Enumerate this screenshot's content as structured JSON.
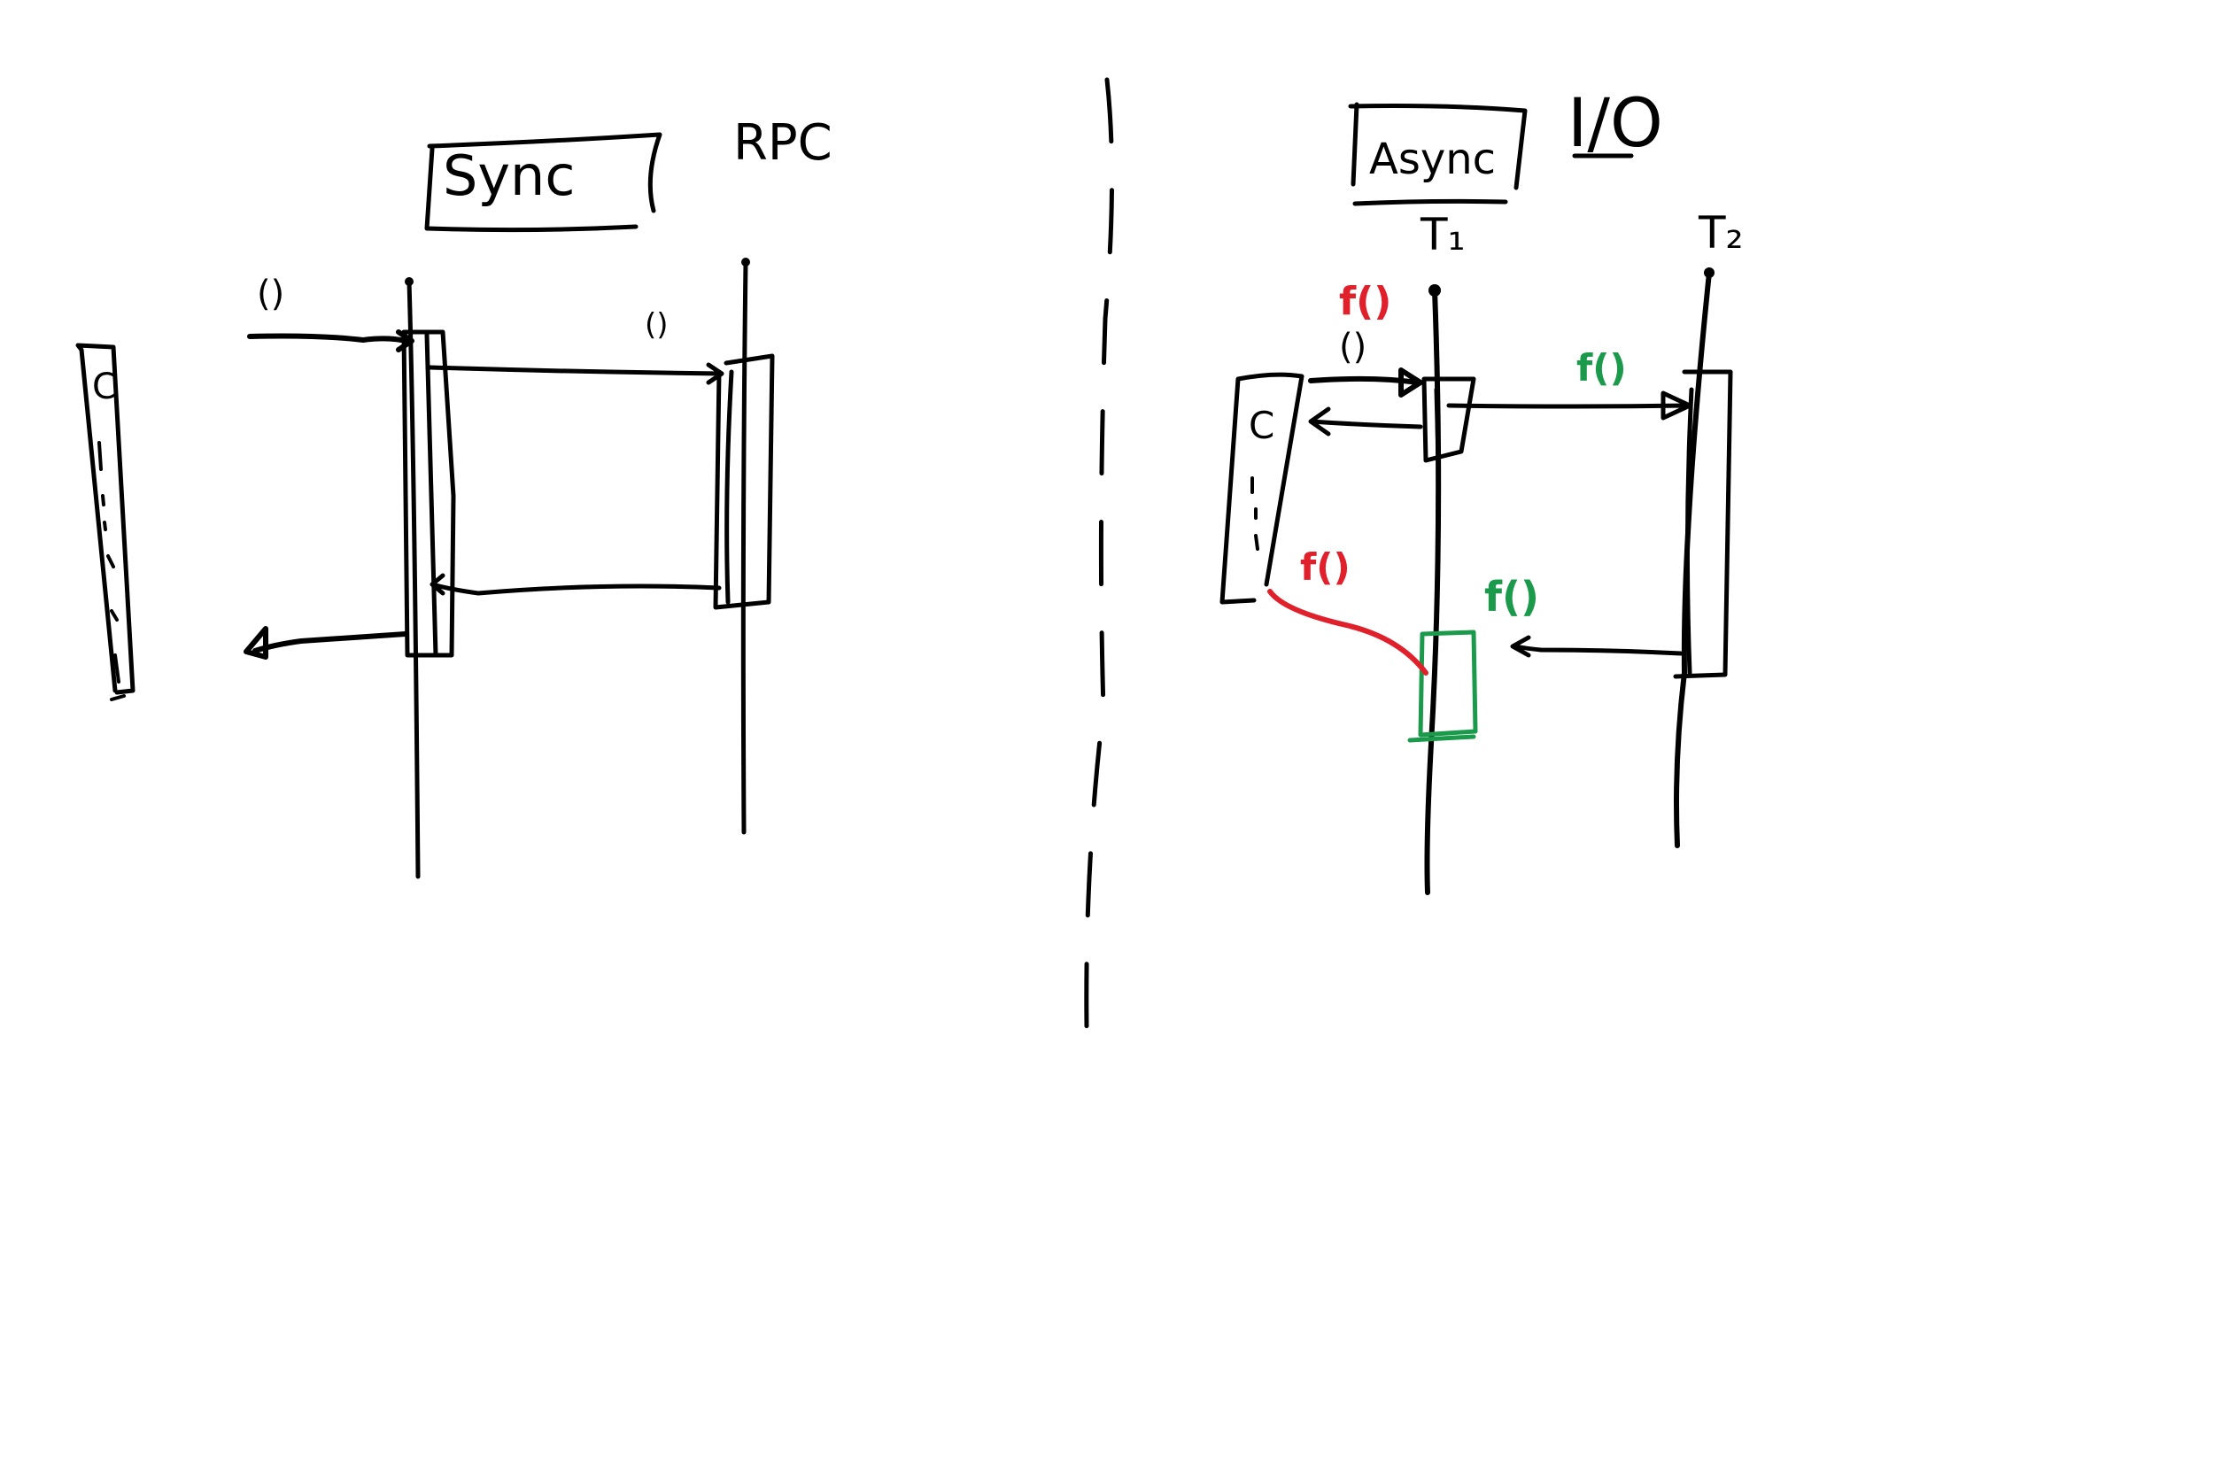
{
  "colors": {
    "ink": "#000000",
    "red": "#e0202a",
    "green": "#1a9a4a",
    "background": "#ffffff"
  },
  "left": {
    "title": "Sync",
    "rpc": "RPC",
    "client_glyph": "C",
    "call_label": "()",
    "inner_call": "()"
  },
  "right": {
    "title": "Async",
    "io": "I/O",
    "t1": "T₁",
    "t2": "T₂",
    "client_glyph": "C",
    "call_label": "()",
    "fc_red_top": "f()",
    "fc_red_mid": "f()",
    "fc_green_top": "f()",
    "fc_green_mid": "f()"
  }
}
